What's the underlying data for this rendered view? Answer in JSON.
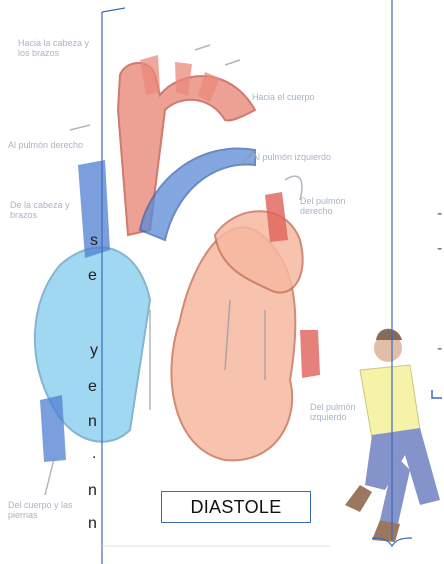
{
  "labels": {
    "head_arms": "Hacia la cabeza y los brazos",
    "body": "Hacia el cuerpo",
    "right_lung": "Al pulmón derecho",
    "left_lung": "Al pulmón izquierdo",
    "from_head": "De la cabeza y brazos",
    "from_right_lung": "Del pulmón derecho",
    "from_left_lung": "Del pulmón izquierdo",
    "from_body": "Del cuerpo y las piernas"
  },
  "caption": "DIASTOLE",
  "cut_text_left": [
    "s",
    "e",
    "y",
    "e",
    "n",
    ".",
    "n",
    "n"
  ],
  "cut_text_right": [
    "-",
    "-",
    "-"
  ],
  "colors": {
    "frame": "#3a6ab8",
    "red": "#e06a5a",
    "blue": "#4aa6d8",
    "flesh": "#f2b49a"
  }
}
